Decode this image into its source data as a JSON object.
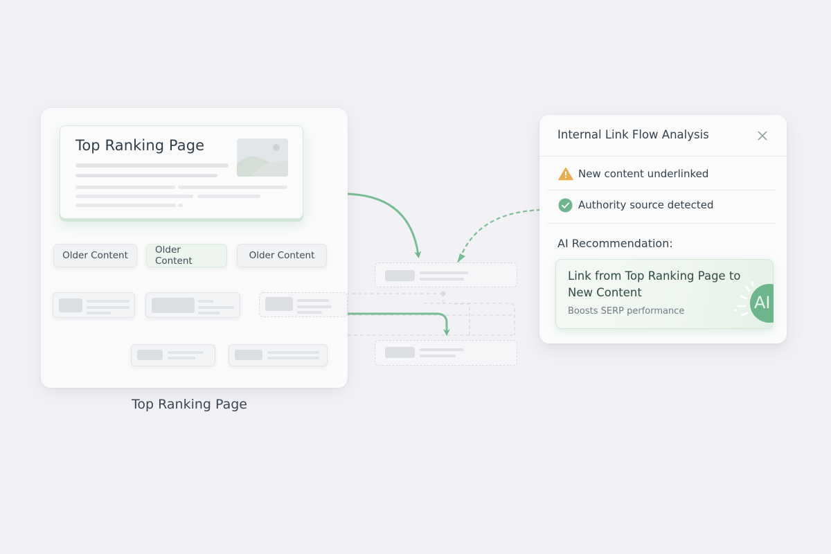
{
  "site_structure": {
    "hero": {
      "title": "Top Ranking Page",
      "image_icon": "image-placeholder-icon"
    },
    "older_content": [
      {
        "label": "Older Content",
        "highlighted": false
      },
      {
        "label": "Older Content",
        "highlighted": true
      },
      {
        "label": "Older Content",
        "highlighted": false
      }
    ],
    "caption": "Top Ranking Page"
  },
  "analysis_panel": {
    "title": "Internal Link Flow Analysis",
    "close_icon": "close-icon",
    "items": [
      {
        "icon": "warning-icon",
        "text": "New content underlinked",
        "color": "#e9ad4c"
      },
      {
        "icon": "check-circle-icon",
        "text": "Authority source detected",
        "color": "#6db58a"
      }
    ],
    "recommendation_label": "AI Recommendation:",
    "recommendation": {
      "title": "Link from Top Ranking Page to New Content",
      "subtitle": "Boosts SERP performance",
      "badge": "AI"
    }
  },
  "colors": {
    "accent_green": "#6db58a",
    "warning": "#e9ad4c",
    "background": "#f2f2f6"
  }
}
